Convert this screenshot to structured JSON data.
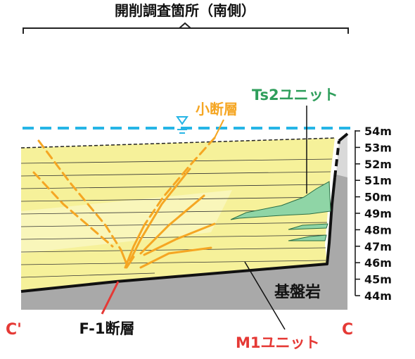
{
  "title": "開削調査箇所（南側）",
  "labels": {
    "small_fault": "小断層",
    "ts2_unit": "Ts2ユニット",
    "basement": "基盤岩",
    "m1_unit": "M1ユニット",
    "f1_fault": "F-1断層",
    "c_prime": "C'",
    "c": "C"
  },
  "elevations": [
    "54m",
    "53m",
    "52m",
    "51m",
    "50m",
    "49m",
    "48m",
    "47m",
    "46m",
    "45m",
    "44m"
  ],
  "colors": {
    "orange": "#f5a623",
    "green": "#2e9e5b",
    "cyan": "#26b5e6",
    "red": "#e53935",
    "yellow_fill": "#f6f19a",
    "gray_fill": "#a9a9a9",
    "light_gray_fill": "#d9d9d9",
    "green_fill": "#8fd5a6"
  }
}
